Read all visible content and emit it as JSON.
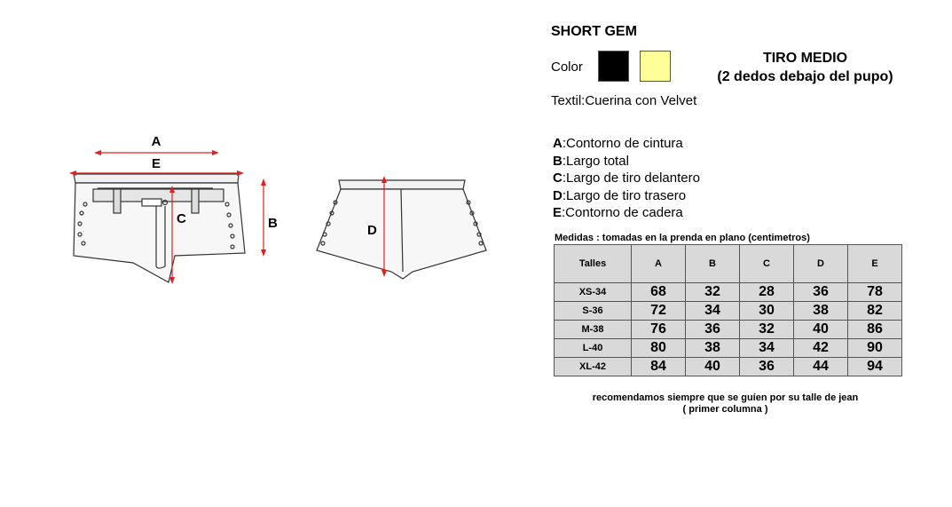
{
  "header": {
    "title": "SHORT GEM",
    "color_label": "Color",
    "rise_title": "TIRO MEDIO",
    "rise_note": "(2 dedos debajo del pupo)",
    "textile": "Textil:Cuerina con Velvet"
  },
  "colors": [
    {
      "name": "black",
      "hex": "#000000"
    },
    {
      "name": "light-yellow",
      "hex": "#ffff99"
    }
  ],
  "legend": [
    {
      "letter": "A",
      "text": ":Contorno de cintura"
    },
    {
      "letter": "B",
      "text": ":Largo total"
    },
    {
      "letter": "C",
      "text": ":Largo de tiro delantero"
    },
    {
      "letter": "D",
      "text": ":Largo de tiro trasero"
    },
    {
      "letter": "E",
      "text": ":Contorno de cadera"
    }
  ],
  "diagram": {
    "front_labels": {
      "a": "A",
      "e": "E",
      "c": "C",
      "b": "B"
    },
    "back_labels": {
      "d": "D"
    }
  },
  "measurements": {
    "caption_bold": "Medidas",
    "caption_rest": " : tomadas en la prenda en plano (centimetros)",
    "headers": [
      "Talles",
      "A",
      "B",
      "C",
      "D",
      "E"
    ],
    "rows": [
      [
        "XS-34",
        "68",
        "32",
        "28",
        "36",
        "78"
      ],
      [
        "S-36",
        "72",
        "34",
        "30",
        "38",
        "82"
      ],
      [
        "M-38",
        "76",
        "36",
        "32",
        "40",
        "86"
      ],
      [
        "L-40",
        "80",
        "38",
        "34",
        "42",
        "90"
      ],
      [
        "XL-42",
        "84",
        "40",
        "36",
        "44",
        "94"
      ]
    ]
  },
  "note": {
    "line1": "recomendamos siempre que se guíen por su talle de jean",
    "line2": "( primer columna )"
  }
}
